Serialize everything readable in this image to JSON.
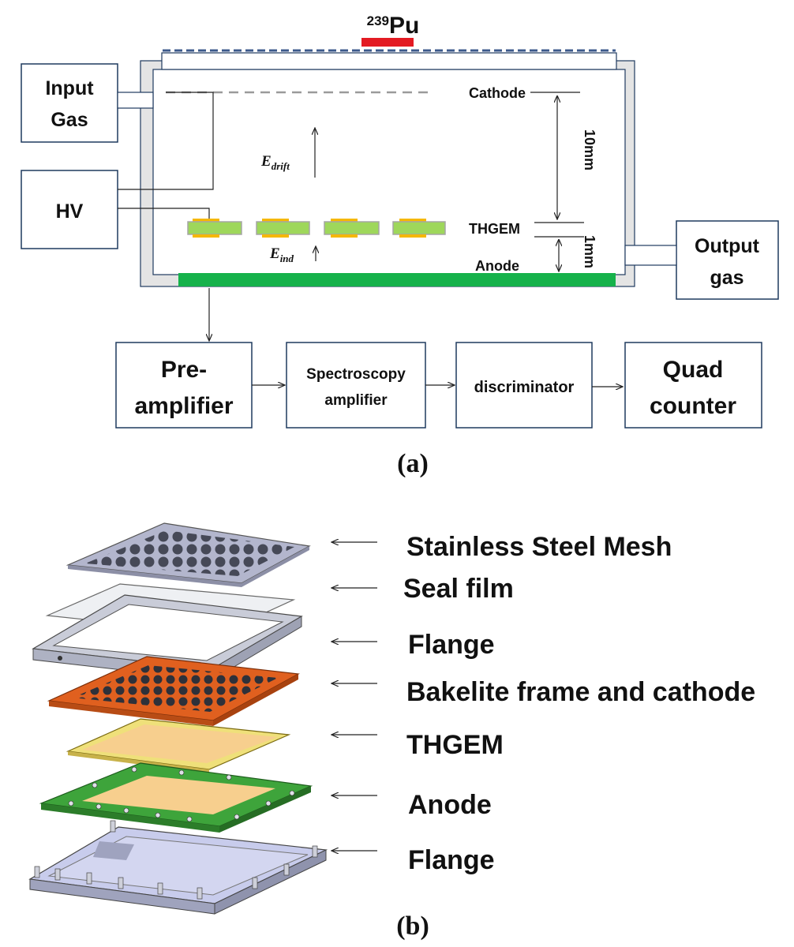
{
  "diagram": {
    "panel_a": {
      "source": {
        "superscript": "239",
        "element": "Pu"
      },
      "input_gas": [
        "Input",
        "Gas"
      ],
      "hv": "HV",
      "output_gas": [
        "Output",
        "gas"
      ],
      "cathode": "Cathode",
      "thgem": "THGEM",
      "anode": "Anode",
      "gap_drift": "10mm",
      "gap_induction": "1mm",
      "e_drift": {
        "symbol": "E",
        "subscript": "drift"
      },
      "e_ind": {
        "symbol": "E",
        "subscript": "ind"
      },
      "chain": {
        "preamp": [
          "Pre-",
          "amplifier"
        ],
        "spectro": [
          "Spectroscopy",
          "amplifier"
        ],
        "discriminator": "discriminator",
        "counter": [
          "Quad",
          "counter"
        ]
      },
      "caption": "(a)"
    },
    "panel_b": {
      "labels": [
        "Stainless Steel Mesh",
        "Seal film",
        "Flange",
        "Bakelite frame and cathode",
        "THGEM",
        "Anode",
        "Flange"
      ],
      "caption": "(b)"
    },
    "colors": {
      "box_stroke": "#1f3a5f",
      "chamber_wall": "#e4e4e4",
      "source": "#e31b23",
      "anode_green": "#16b24b",
      "thgem_green": "#9ed75b",
      "thgem_orange": "#f5b800",
      "bakelite": "#e0601f",
      "thgem_layer": "#f7cf8e",
      "anode_board": "#3ea43b",
      "flange_blue": "#c8ccec"
    }
  }
}
